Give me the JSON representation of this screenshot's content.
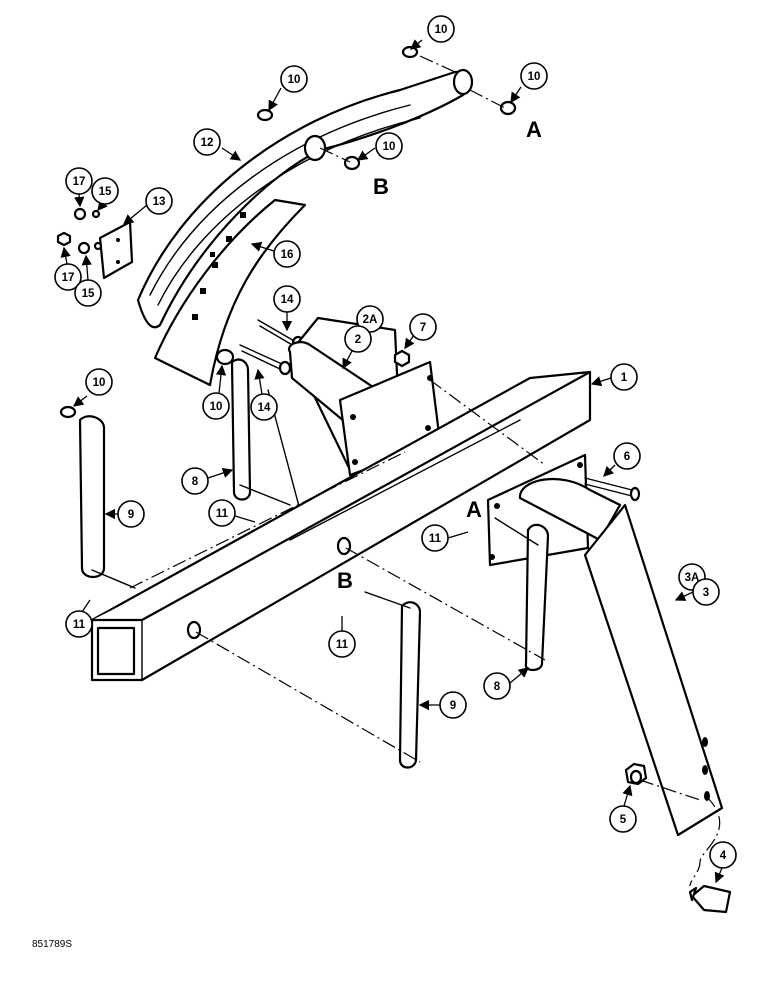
{
  "figure_id": "851789S",
  "letters": [
    "A",
    "B"
  ],
  "callouts": {
    "c1": "1",
    "c2": "2",
    "c2a": "2A",
    "c3": "3",
    "c3a": "3A",
    "c4": "4",
    "c5": "5",
    "c6": "6",
    "c7": "7",
    "c8": "8",
    "c9": "9",
    "c10": "10",
    "c11": "11",
    "c12": "12",
    "c13": "13",
    "c14": "14",
    "c15": "15",
    "c16": "16",
    "c17": "17"
  }
}
